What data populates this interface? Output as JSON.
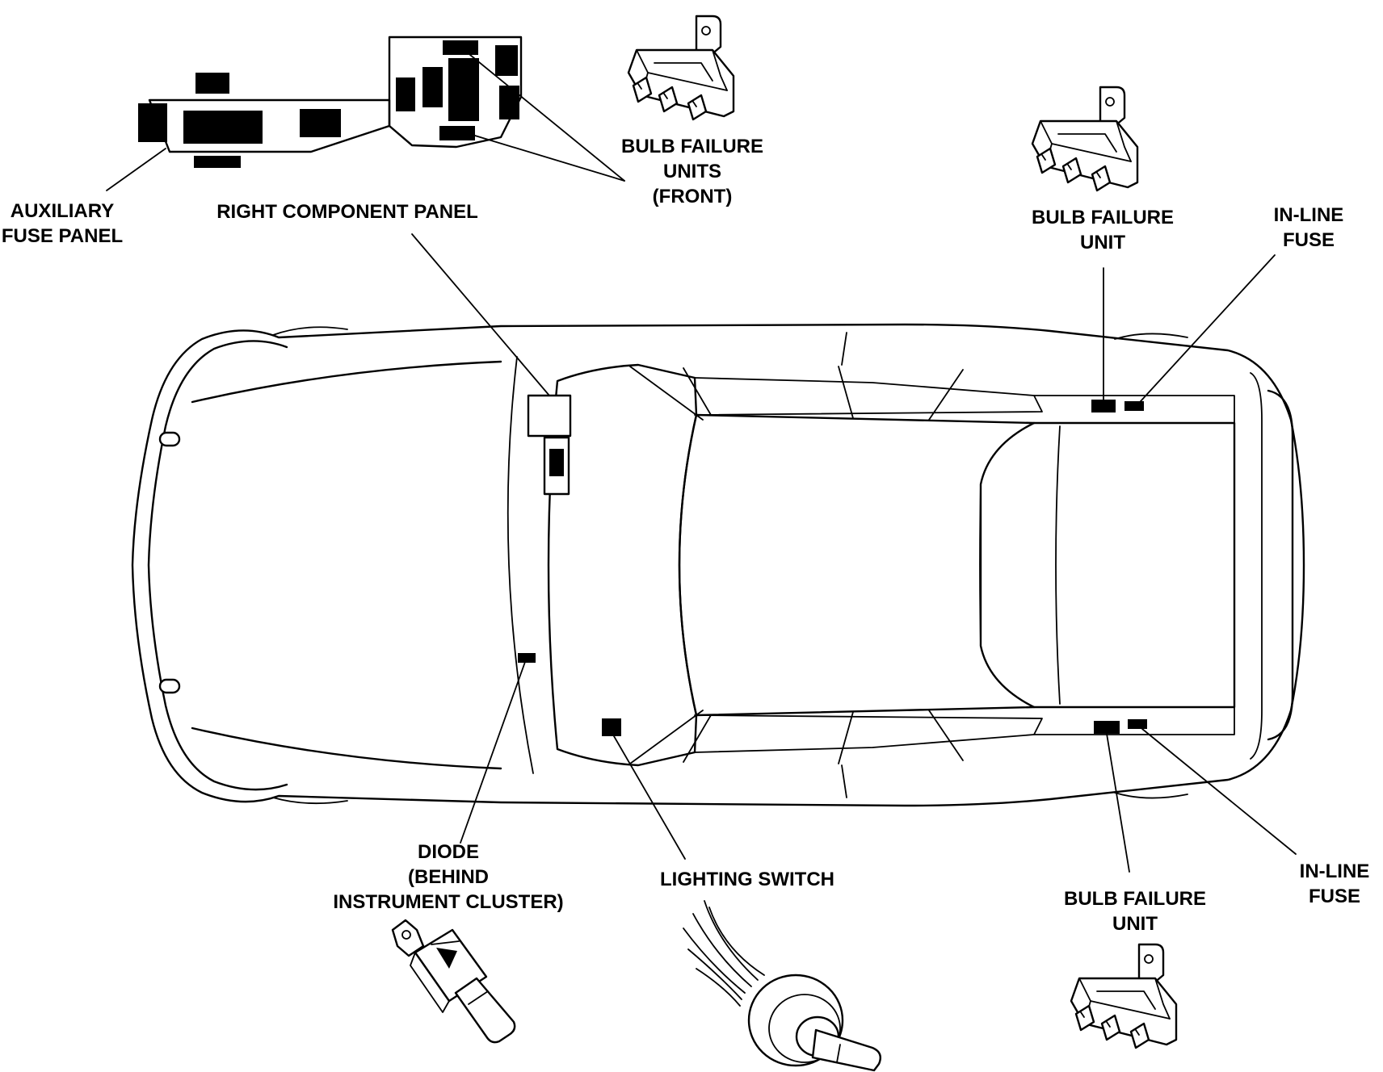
{
  "labels": {
    "auxiliary_fuse_panel": [
      "AUXILIARY",
      "FUSE PANEL"
    ],
    "right_component_panel": [
      "RIGHT COMPONENT PANEL"
    ],
    "bulb_failure_units_front": [
      "BULB FAILURE",
      "UNITS",
      "(FRONT)"
    ],
    "bulb_failure_unit_upper": [
      "BULB FAILURE",
      "UNIT"
    ],
    "in_line_fuse_upper": [
      "IN-LINE",
      "FUSE"
    ],
    "diode": [
      "DIODE",
      "(BEHIND",
      "INSTRUMENT CLUSTER)"
    ],
    "lighting_switch": [
      "LIGHTING SWITCH"
    ],
    "bulb_failure_unit_lower": [
      "BULB FAILURE",
      "UNIT"
    ],
    "in_line_fuse_lower": [
      "IN-LINE",
      "FUSE"
    ]
  },
  "colors": {
    "ink": "#000000",
    "background": "#ffffff"
  }
}
